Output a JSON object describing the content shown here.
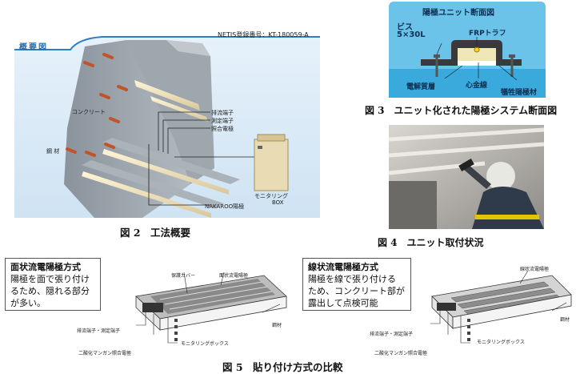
{
  "fig2": {
    "tag": "概要図",
    "netis": "NETIS登録番号：KT-180059-A",
    "caption": "図 2　工法概要",
    "labels": {
      "concrete": "コンクリート",
      "rebar": "鋼 材",
      "drain_terminal": "排流端子",
      "measure_terminal": "測定端子",
      "reference_electrode": "照合電極",
      "monitoring": "モニタリング",
      "box": "BOX",
      "anode": "NAKAROO陽極"
    }
  },
  "fig3": {
    "header": "陽極ユニット断面図",
    "screw_label": "ビス",
    "screw_size": "5×30L",
    "frp": "FRPトラフ",
    "electrolyte": "電解質層",
    "core_wire": "心金線",
    "sacrificial": "犠牲陽極材",
    "caption": "図 3　ユニット化された陽極システム断面図"
  },
  "fig4": {
    "caption": "図 4　ユニット取付状況"
  },
  "fig5": {
    "caption": "図 5　貼り付け方式の比較",
    "left": {
      "title": "面状流電陽極方式",
      "lines": [
        "陽極を面で張り付け",
        "るため、隠れる部分",
        "が多い。"
      ],
      "protect_cover": "保護カバー",
      "anode": "面状流電陽極",
      "terminals": "排流端子・測定端子",
      "electrode": "二酸化マンガン照合電極",
      "monitor_box": "モニタリングボックス",
      "steel": "鋼材"
    },
    "right": {
      "title": "線状流電陽極方式",
      "lines": [
        "陽極を線で張り付ける",
        "ため、コンクリート部が",
        "露出して点検可能"
      ],
      "anode": "線状流電陽極",
      "terminals": "排流端子・測定端子",
      "electrode": "二酸化マンガン照合電極",
      "monitor_box": "モニタリングボックス",
      "steel": "鋼材"
    }
  }
}
